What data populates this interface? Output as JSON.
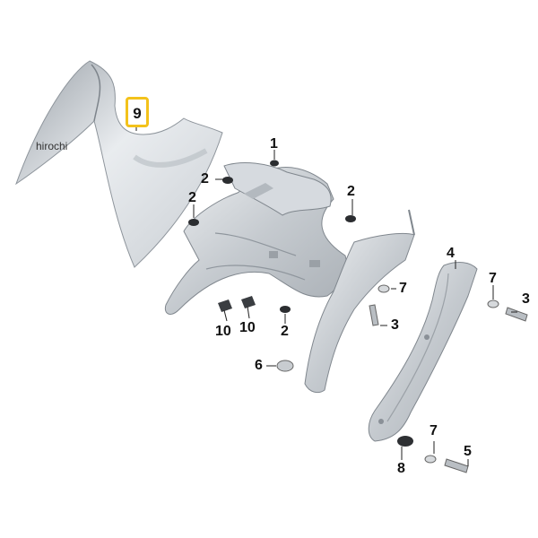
{
  "watermark": "hirochi",
  "accent_color": "#f3c21b",
  "highlighted_callout": "9",
  "callouts": [
    "1",
    "2",
    "2",
    "2",
    "2",
    "2",
    "3",
    "3",
    "4",
    "5",
    "6",
    "7",
    "7",
    "7",
    "8",
    "10",
    "10"
  ]
}
